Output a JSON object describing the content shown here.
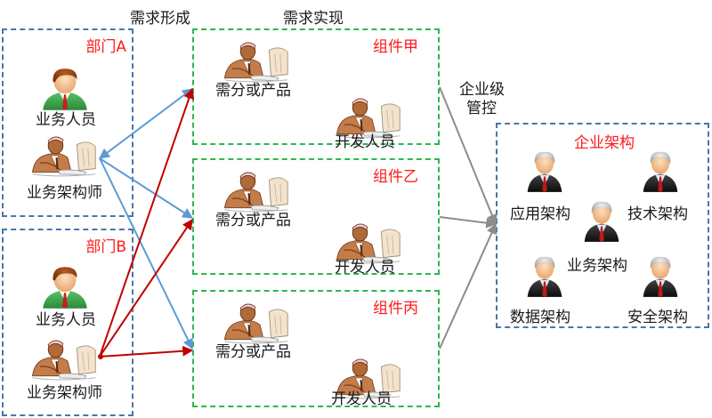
{
  "headers": {
    "demand_formation": "需求形成",
    "demand_realization": "需求实现",
    "enterprise_control_line1": "企业级",
    "enterprise_control_line2": "管控"
  },
  "departments": [
    {
      "title": "部门A",
      "business_staff": "业务人员",
      "business_architect": "业务架构师"
    },
    {
      "title": "部门B",
      "business_staff": "业务人员",
      "business_architect": "业务架构师"
    }
  ],
  "components": [
    {
      "title": "组件甲",
      "analyst": "需分或产品",
      "developer": "开发人员"
    },
    {
      "title": "组件乙",
      "analyst": "需分或产品",
      "developer": "开发人员"
    },
    {
      "title": "组件丙",
      "analyst": "需分或产品",
      "developer": "开发人员"
    }
  ],
  "enterprise_architecture": {
    "title": "企业架构",
    "roles": {
      "application": "应用架构",
      "technology": "技术架构",
      "business": "业务架构",
      "data": "数据架构",
      "security": "安全架构"
    }
  },
  "colors": {
    "department_border": "#4a76a8",
    "component_border": "#2db84d",
    "title_red": "#ff1a1a",
    "arrow_blue": "#5b9bd5",
    "arrow_red": "#c00000",
    "arrow_gray": "#8c8c8c"
  },
  "connections": {
    "dept_a_to_components": "blue",
    "dept_b_to_components": "red",
    "components_to_enterprise": "gray"
  }
}
